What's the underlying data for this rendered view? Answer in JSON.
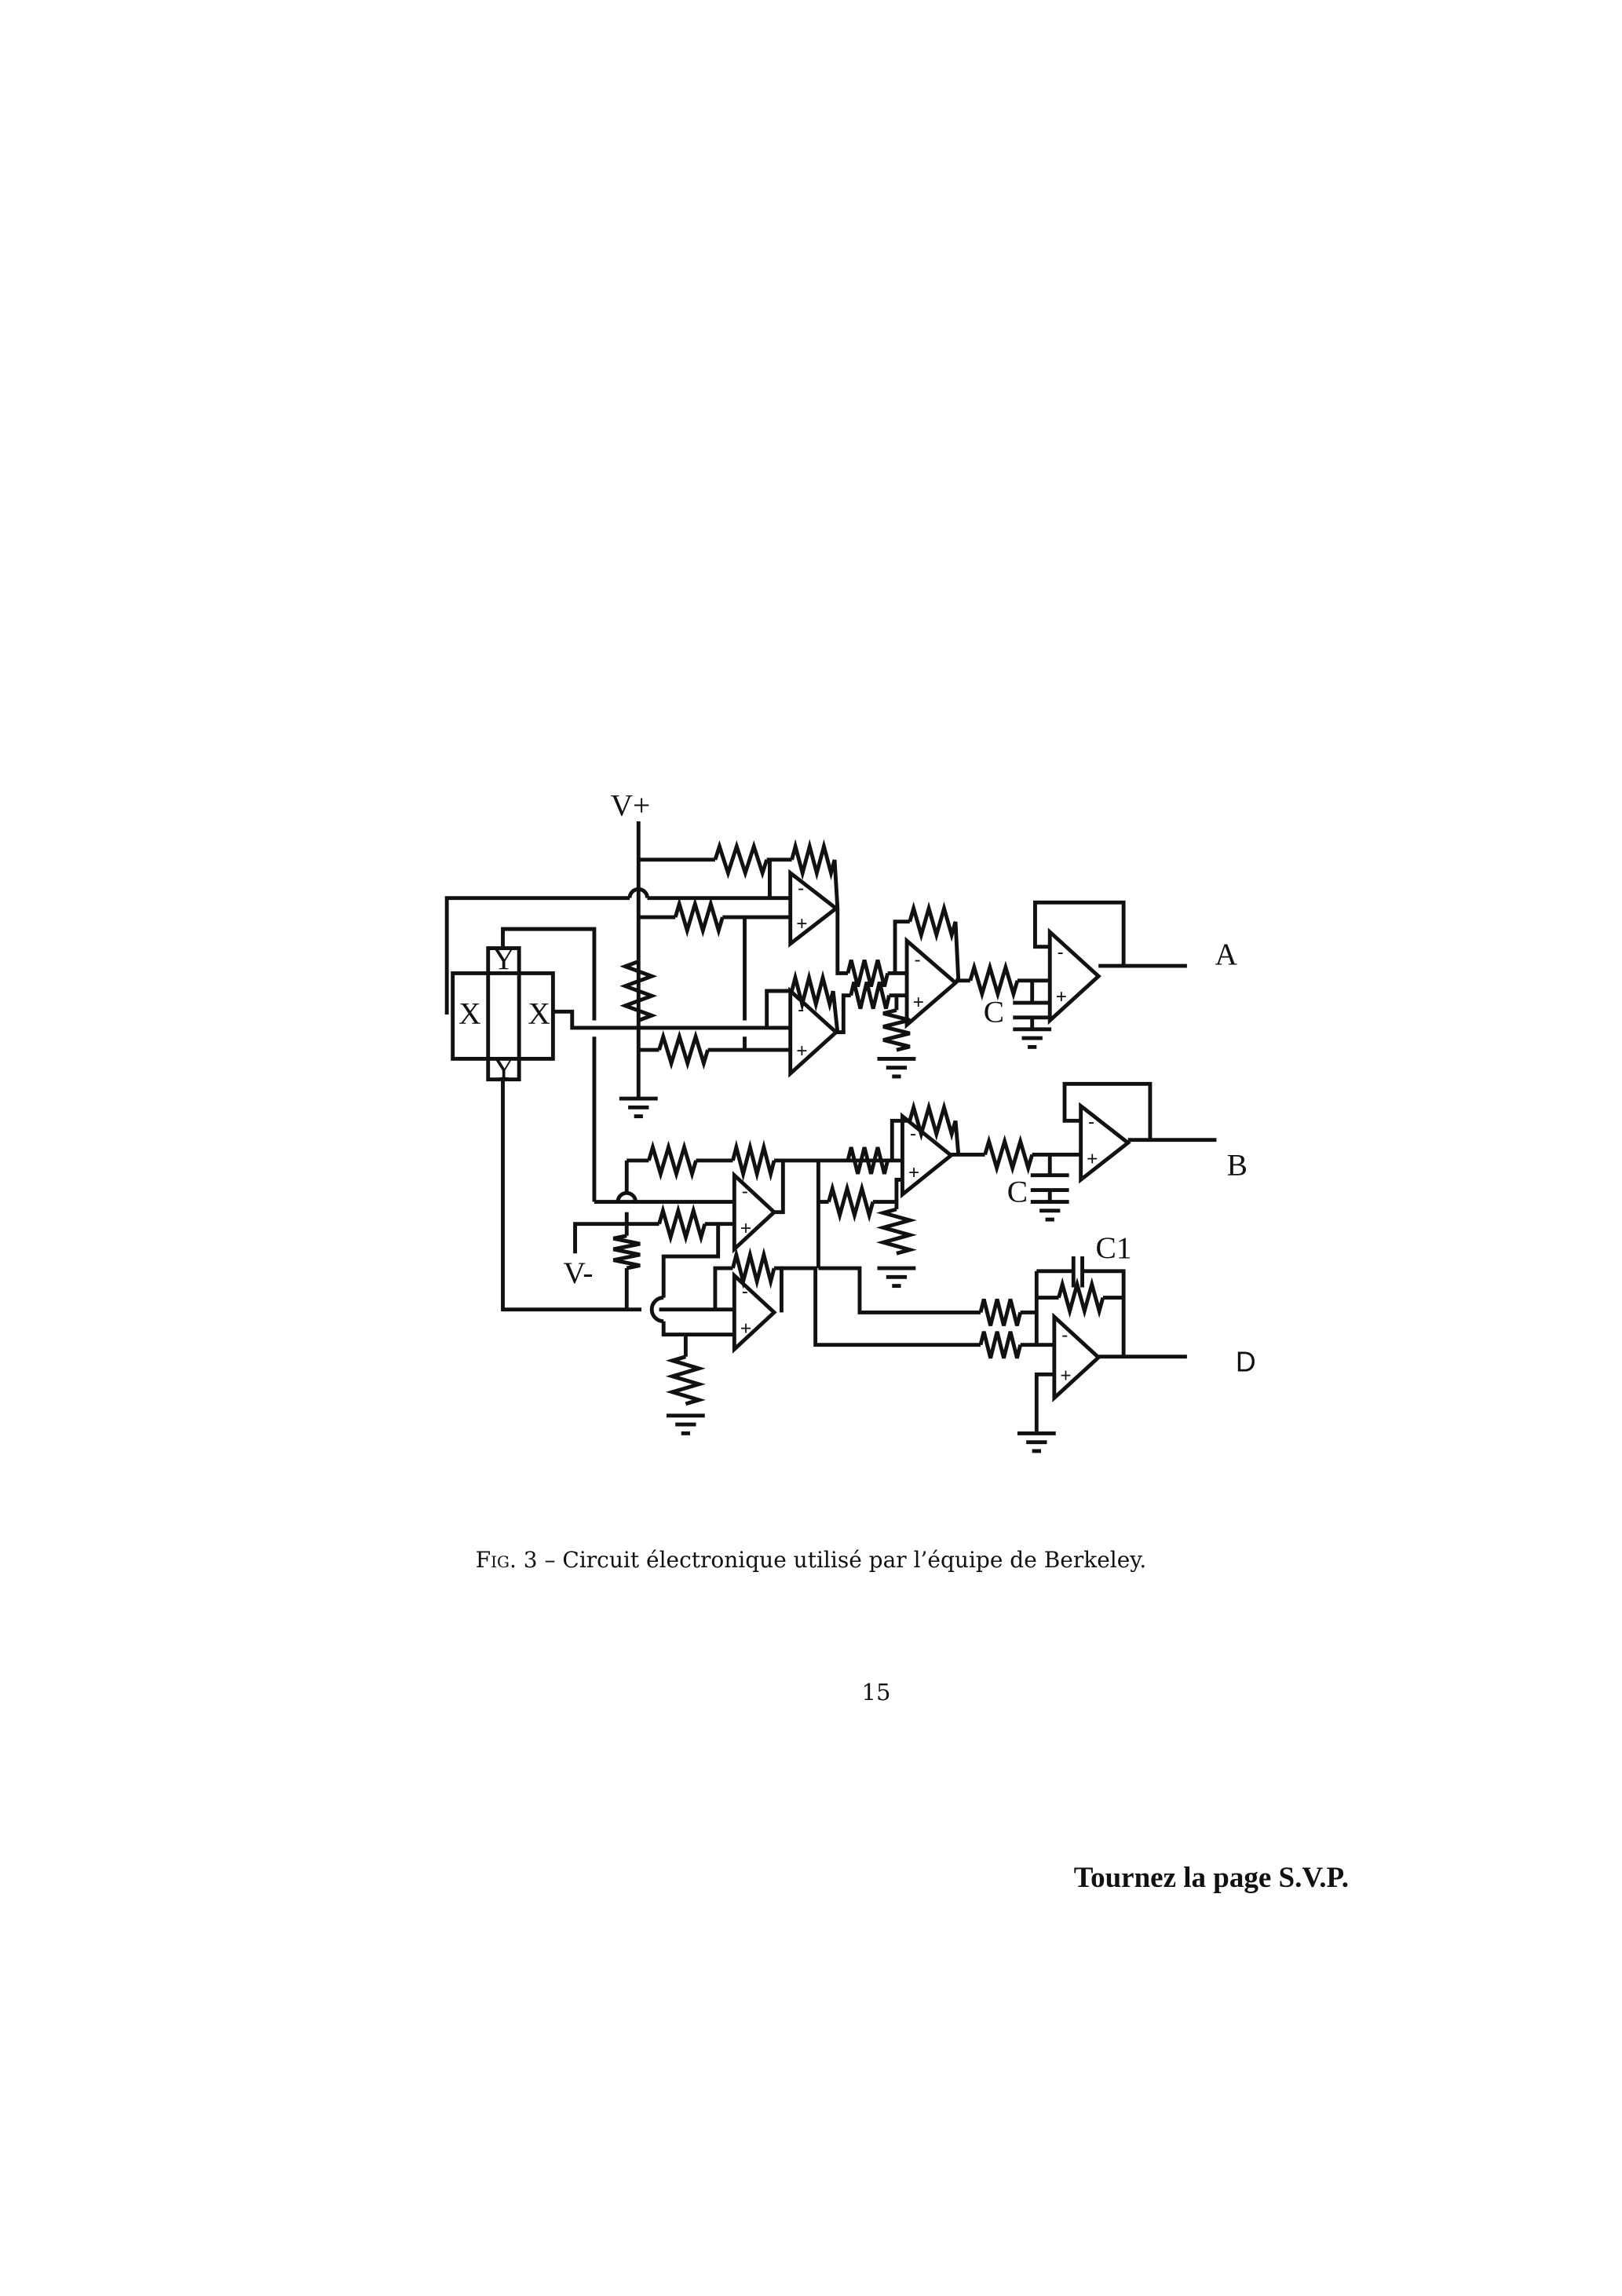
{
  "figure": {
    "labels": {
      "v_plus": "V+",
      "v_minus": "V-",
      "x_left": "X",
      "x_right": "X",
      "y_top": "Y",
      "y_bottom": "Y",
      "cap_a": "C",
      "cap_b": "C",
      "cap_d": "C1",
      "out_a": "A",
      "out_b": "B",
      "out_d": "D"
    },
    "caption_prefix": "Fig. 3",
    "caption_text": " – Circuit électronique utilisé par l’équipe de Berkeley."
  },
  "page_number": "15",
  "footer": "Tournez la page S.V.P."
}
